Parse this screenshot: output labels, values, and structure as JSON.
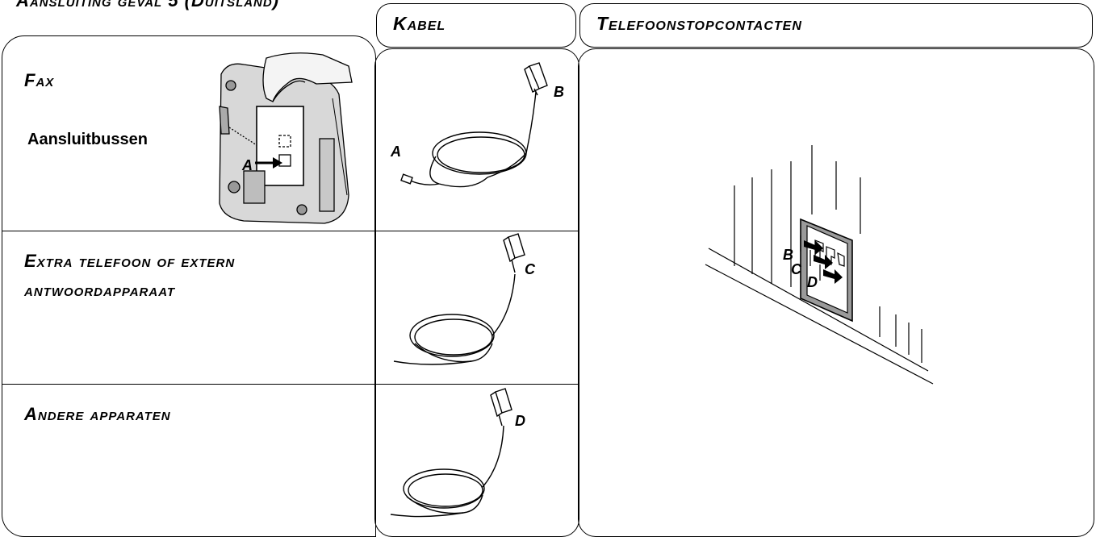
{
  "page_title": "Aansluiting geval 5 (Duitsland)",
  "headers": {
    "kabel": "Kabel",
    "telefoonstopcontacten": "Telefoonstopcontacten"
  },
  "rows": {
    "fax": {
      "title": "Fax",
      "subtitle": "Aansluitbussen",
      "device_label": "A"
    },
    "extra_telefoon": {
      "title_line1": "Extra telefoon of extern",
      "title_line2": "antwoordapparaat"
    },
    "andere": {
      "title": "Andere apparaten"
    }
  },
  "cables": {
    "cable1": {
      "plug_end": "A",
      "connector_end": "B"
    },
    "cable2": {
      "connector_end": "C"
    },
    "cable3": {
      "connector_end": "D"
    }
  },
  "socket": {
    "labels": [
      "B",
      "C",
      "D"
    ]
  }
}
